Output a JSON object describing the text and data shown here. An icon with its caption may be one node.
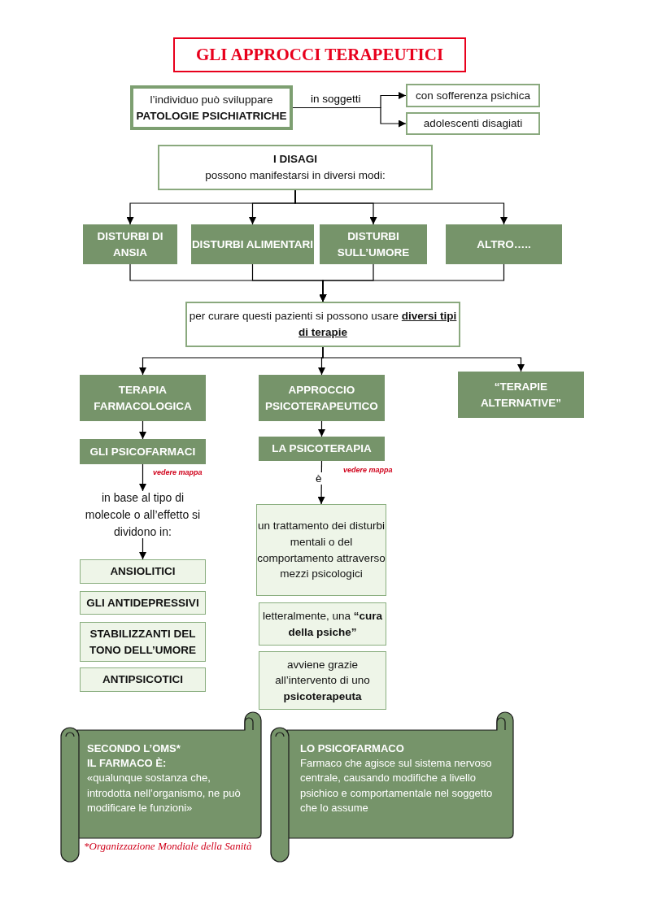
{
  "diagram": {
    "title": "GLI APPROCCI TERAPEUTICI",
    "nodes": [
      {
        "text": [
          "l’individuo può sviluppare **PATOLOGIE PSICHIATRICHE**"
        ]
      },
      {
        "text": [
          "con sofferenza psichica"
        ]
      },
      {
        "text": [
          "adolescenti disagiati"
        ]
      },
      {
        "text": [
          "I  DISAGI",
          "possono manifestarsi in diversi modi:"
        ]
      },
      {
        "text": [
          "DISTURBI DI ANSIA"
        ]
      },
      {
        "text": [
          "DISTURBI ALIMENTARI"
        ]
      },
      {
        "text": [
          "DISTURBI SULL’UMORE"
        ]
      },
      {
        "text": [
          "ALTRO….."
        ]
      },
      {
        "text": [
          "per curare questi pazienti si possono usare **diversi tipi di terapie**"
        ]
      },
      {
        "text": [
          "TERAPIA FARMACOLOGICA"
        ]
      },
      {
        "text": [
          "APPROCCIO PSICOTERAPEUTICO"
        ]
      },
      {
        "text": [
          "“TERAPIE ALTERNATIVE”"
        ]
      },
      {
        "text": [
          "GLI PSICOFARMACI"
        ],
        "beside": [
          "vedere mappa"
        ]
      },
      {
        "text": [
          "in base al tipo di molecole o all’effetto si dividono in:"
        ]
      },
      {
        "text": [
          "ANSIOLITICI"
        ]
      },
      {
        "text": [
          "GLI ANTIDEPRESSIVI"
        ]
      },
      {
        "text": [
          "STABILIZZANTI DEL TONO DELL’UMORE"
        ]
      },
      {
        "text": [
          "ANTIPSICOTICI"
        ]
      },
      {
        "text": [
          "LA PSICOTERAPIA"
        ],
        "beside": [
          "vedere mappa"
        ]
      },
      {
        "text": [
          "un trattamento dei disturbi mentali o del comportamento attraverso mezzi psicologici"
        ]
      },
      {
        "text": [
          "letteralmente, una **“cura della psiche”**"
        ]
      },
      {
        "text": [
          "avviene grazie all’intervento di uno **psicoterapeuta**"
        ]
      },
      {
        "text": [
          "SECONDO L’OMS*",
          "IL FARMACO È:",
          "«qualunque sostanza che, introdotta nell’organismo, ne può modificare le funzioni»"
        ],
        "beside": [
          "*Organizzazione Mondiale della Sanità"
        ]
      },
      {
        "text": [
          "LO PSICOFARMACO",
          "Farmaco che agisce sul sistema nervoso centrale, causando modifiche a livello psichico e comportamentale nel soggetto che lo assume"
        ]
      }
    ],
    "edges": [
      {
        "from": 0,
        "to": 1,
        "arrow": "to",
        "label": "in soggetti"
      },
      {
        "from": 0,
        "to": 2,
        "arrow": "to"
      },
      {
        "from": 3,
        "to": 4,
        "arrow": "to"
      },
      {
        "from": 3,
        "to": 5,
        "arrow": "to"
      },
      {
        "from": 3,
        "to": 6,
        "arrow": "to"
      },
      {
        "from": 3,
        "to": 7,
        "arrow": "to"
      },
      {
        "from": 4,
        "to": 8,
        "arrow": "to"
      },
      {
        "from": 5,
        "to": 8,
        "arrow": "to"
      },
      {
        "from": 6,
        "to": 8,
        "arrow": "to"
      },
      {
        "from": 7,
        "to": 8,
        "arrow": "to"
      },
      {
        "from": 8,
        "to": 9,
        "arrow": "to"
      },
      {
        "from": 8,
        "to": 10,
        "arrow": "to"
      },
      {
        "from": 8,
        "to": 11,
        "arrow": "to"
      },
      {
        "from": 9,
        "to": 12,
        "arrow": "to"
      },
      {
        "from": 12,
        "to": 13,
        "arrow": "to"
      },
      {
        "from": 13,
        "to": 14,
        "arrow": "to"
      },
      {
        "from": 10,
        "to": 18,
        "arrow": "to"
      },
      {
        "from": 18,
        "to": 19,
        "arrow": "to",
        "label": "è"
      }
    ]
  }
}
